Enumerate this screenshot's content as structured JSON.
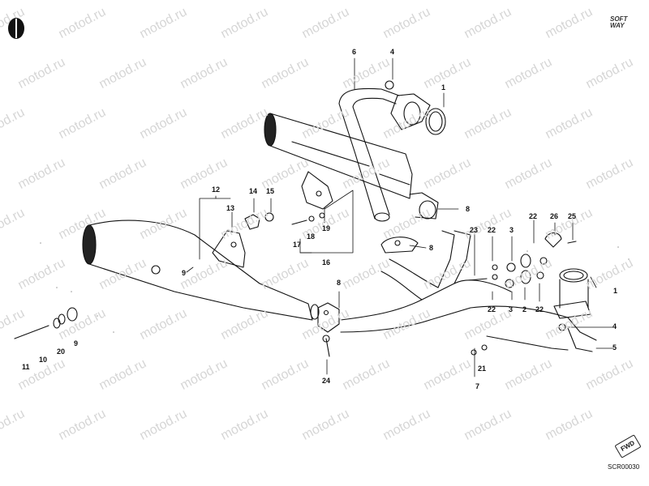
{
  "watermark": "motod.ru",
  "brand": {
    "line1": "SOFT",
    "line2": "WAY"
  },
  "drawing_code": "SCR00030",
  "fwd_label": "FWD",
  "callouts": {
    "c6": "6",
    "c4top": "4",
    "c1top": "1",
    "c8top": "8",
    "c12": "12",
    "c14": "14",
    "c15": "15",
    "c13": "13",
    "c19": "19",
    "c17": "17",
    "c18": "18",
    "c16": "16",
    "c9": "9",
    "c8mid": "8",
    "c23": "23",
    "c22a": "22",
    "c3a": "3",
    "c22b": "22",
    "c26": "26",
    "c25": "25",
    "c1right": "1",
    "c22c": "22",
    "c3b": "3",
    "c2": "2",
    "c22d": "22",
    "c8clamp": "8",
    "c4right": "4",
    "c5": "5",
    "c11": "11",
    "c10": "10",
    "c20": "20",
    "c9left": "9",
    "c24": "24",
    "c21": "21",
    "c7": "7"
  }
}
